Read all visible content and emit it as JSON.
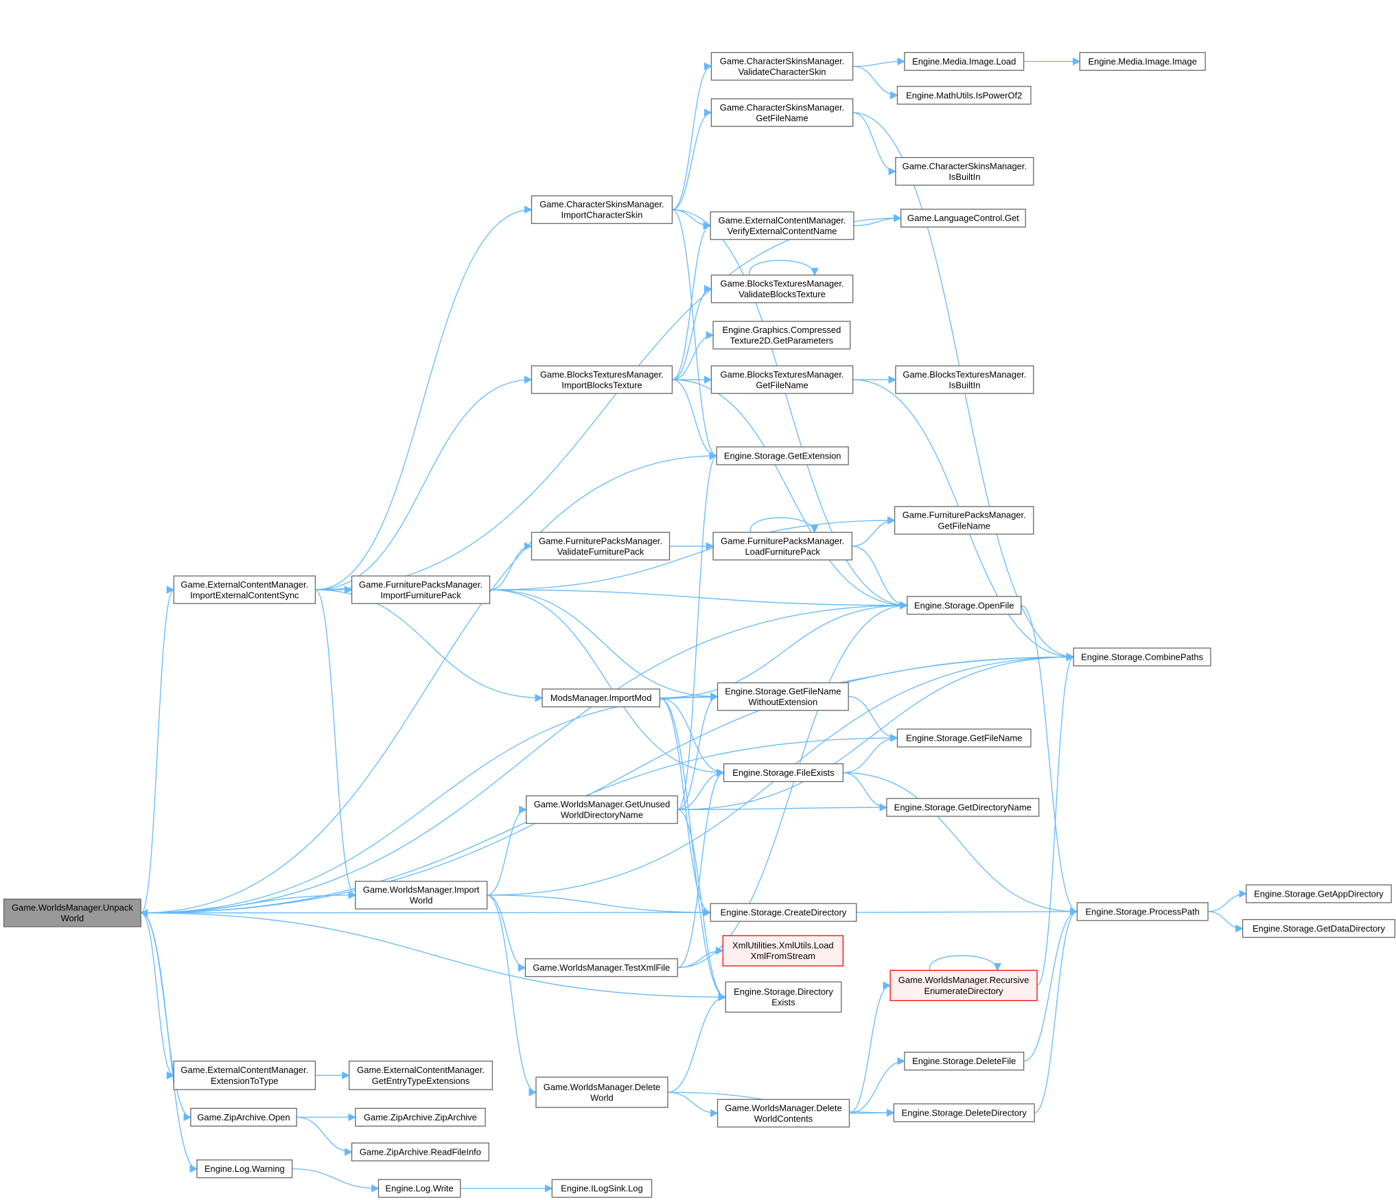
{
  "colors": {
    "edge": "#63b8ff",
    "root_fill": "#999999",
    "missing_border": "#ff0000"
  },
  "nodes": [
    {
      "id": "unpack",
      "lines": [
        "Game.WorldsManager.Unpack",
        "World"
      ],
      "style": "root"
    },
    {
      "id": "ecm_import",
      "lines": [
        "Game.ExternalContentManager.",
        "ImportExternalContentSync"
      ]
    },
    {
      "id": "fpm_import",
      "lines": [
        "Game.FurniturePacksManager.",
        "ImportFurniturePack"
      ]
    },
    {
      "id": "csm_import",
      "lines": [
        "Game.CharacterSkinsManager.",
        "ImportCharacterSkin"
      ]
    },
    {
      "id": "btm_import",
      "lines": [
        "Game.BlocksTexturesManager.",
        "ImportBlocksTexture"
      ]
    },
    {
      "id": "mods",
      "lines": [
        "ModsManager.ImportMod"
      ]
    },
    {
      "id": "wm_getunused",
      "lines": [
        "Game.WorldsManager.GetUnused",
        "WorldDirectoryName"
      ]
    },
    {
      "id": "wm_import",
      "lines": [
        "Game.WorldsManager.Import",
        "World"
      ]
    },
    {
      "id": "wm_testxml",
      "lines": [
        "Game.WorldsManager.TestXmlFile"
      ]
    },
    {
      "id": "wm_delete",
      "lines": [
        "Game.WorldsManager.Delete",
        "World"
      ]
    },
    {
      "id": "ecm_ext",
      "lines": [
        "Game.ExternalContentManager.",
        "ExtensionToType"
      ]
    },
    {
      "id": "zip_open",
      "lines": [
        "Game.ZipArchive.Open"
      ]
    },
    {
      "id": "log_warning",
      "lines": [
        "Engine.Log.Warning"
      ]
    },
    {
      "id": "ecm_getentry",
      "lines": [
        "Game.ExternalContentManager.",
        "GetEntryTypeExtensions"
      ]
    },
    {
      "id": "zip_zip",
      "lines": [
        "Game.ZipArchive.ZipArchive"
      ]
    },
    {
      "id": "zip_read",
      "lines": [
        "Game.ZipArchive.ReadFileInfo"
      ]
    },
    {
      "id": "log_write",
      "lines": [
        "Engine.Log.Write"
      ]
    },
    {
      "id": "ilog",
      "lines": [
        "Engine.ILogSink.Log"
      ]
    },
    {
      "id": "csm_validate",
      "lines": [
        "Game.CharacterSkinsManager.",
        "ValidateCharacterSkin"
      ]
    },
    {
      "id": "csm_getfile",
      "lines": [
        "Game.CharacterSkinsManager.",
        "GetFileName"
      ]
    },
    {
      "id": "ecm_verify",
      "lines": [
        "Game.ExternalContentManager.",
        "VerifyExternalContentName"
      ]
    },
    {
      "id": "btm_validate",
      "lines": [
        "Game.BlocksTexturesManager.",
        "ValidateBlocksTexture"
      ]
    },
    {
      "id": "gfx",
      "lines": [
        "Engine.Graphics.Compressed",
        "Texture2D.GetParameters"
      ]
    },
    {
      "id": "btm_getfile",
      "lines": [
        "Game.BlocksTexturesManager.",
        "GetFileName"
      ]
    },
    {
      "id": "getext",
      "lines": [
        "Engine.Storage.GetExtension"
      ]
    },
    {
      "id": "fpm_validate",
      "lines": [
        "Game.FurniturePacksManager.",
        "ValidateFurniturePack"
      ]
    },
    {
      "id": "fpm_load",
      "lines": [
        "Game.FurniturePacksManager.",
        "LoadFurniturePack"
      ]
    },
    {
      "id": "getfnwe",
      "lines": [
        "Engine.Storage.GetFileName",
        "WithoutExtension"
      ]
    },
    {
      "id": "fileexists",
      "lines": [
        "Engine.Storage.FileExists"
      ]
    },
    {
      "id": "createdir",
      "lines": [
        "Engine.Storage.CreateDirectory"
      ]
    },
    {
      "id": "xml",
      "lines": [
        "XmlUtilities.XmlUtils.Load",
        "XmlFromStream"
      ],
      "style": "red"
    },
    {
      "id": "direxists",
      "lines": [
        "Engine.Storage.Directory",
        "Exists"
      ]
    },
    {
      "id": "wm_delcontents",
      "lines": [
        "Game.WorldsManager.Delete",
        "WorldContents"
      ]
    },
    {
      "id": "imgload",
      "lines": [
        "Engine.Media.Image.Load"
      ]
    },
    {
      "id": "ispow",
      "lines": [
        "Engine.MathUtils.IsPowerOf2"
      ]
    },
    {
      "id": "csm_isbuiltin",
      "lines": [
        "Game.CharacterSkinsManager.",
        "IsBuiltIn"
      ]
    },
    {
      "id": "langget",
      "lines": [
        "Game.LanguageControl.Get"
      ]
    },
    {
      "id": "btm_isbuiltin",
      "lines": [
        "Game.BlocksTexturesManager.",
        "IsBuiltIn"
      ]
    },
    {
      "id": "fpm_getfile",
      "lines": [
        "Game.FurniturePacksManager.",
        "GetFileName"
      ]
    },
    {
      "id": "openfile",
      "lines": [
        "Engine.Storage.OpenFile"
      ]
    },
    {
      "id": "getfilename",
      "lines": [
        "Engine.Storage.GetFileName"
      ]
    },
    {
      "id": "getdirname",
      "lines": [
        "Engine.Storage.GetDirectoryName"
      ]
    },
    {
      "id": "recursive",
      "lines": [
        "Game.WorldsManager.Recursive",
        "EnumerateDirectory"
      ],
      "style": "red"
    },
    {
      "id": "deletefile",
      "lines": [
        "Engine.Storage.DeleteFile"
      ]
    },
    {
      "id": "deletedir",
      "lines": [
        "Engine.Storage.DeleteDirectory"
      ]
    },
    {
      "id": "imgimage",
      "lines": [
        "Engine.Media.Image.Image"
      ]
    },
    {
      "id": "combine",
      "lines": [
        "Engine.Storage.CombinePaths"
      ]
    },
    {
      "id": "processpath",
      "lines": [
        "Engine.Storage.ProcessPath"
      ]
    },
    {
      "id": "getappdir",
      "lines": [
        "Engine.Storage.GetAppDirectory"
      ]
    },
    {
      "id": "getdatadir",
      "lines": [
        "Engine.Storage.GetDataDirectory"
      ]
    }
  ],
  "edges": [
    [
      "unpack",
      "ecm_import"
    ],
    [
      "unpack",
      "combine"
    ],
    [
      "unpack",
      "getext"
    ],
    [
      "unpack",
      "getfnwe"
    ],
    [
      "unpack",
      "getfilename"
    ],
    [
      "unpack",
      "createdir"
    ],
    [
      "unpack",
      "direxists"
    ],
    [
      "unpack",
      "openfile"
    ],
    [
      "unpack",
      "ecm_ext"
    ],
    [
      "unpack",
      "zip_open"
    ],
    [
      "unpack",
      "log_warning"
    ],
    [
      "wm_import",
      "unpack"
    ],
    [
      "ecm_import",
      "csm_import"
    ],
    [
      "ecm_import",
      "btm_import"
    ],
    [
      "ecm_import",
      "fpm_import"
    ],
    [
      "ecm_import",
      "mods"
    ],
    [
      "ecm_import",
      "wm_import"
    ],
    [
      "ecm_import",
      "langget"
    ],
    [
      "fpm_import",
      "fpm_validate"
    ],
    [
      "fpm_import",
      "fpm_getfile"
    ],
    [
      "fpm_import",
      "openfile"
    ],
    [
      "fpm_import",
      "getfnwe"
    ],
    [
      "fpm_import",
      "fileexists"
    ],
    [
      "csm_import",
      "csm_validate"
    ],
    [
      "csm_import",
      "csm_getfile"
    ],
    [
      "csm_import",
      "ecm_verify"
    ],
    [
      "csm_import",
      "openfile"
    ],
    [
      "csm_import",
      "getext"
    ],
    [
      "btm_import",
      "ecm_verify"
    ],
    [
      "btm_import",
      "btm_validate"
    ],
    [
      "btm_import",
      "gfx"
    ],
    [
      "btm_import",
      "btm_getfile"
    ],
    [
      "btm_import",
      "getext"
    ],
    [
      "btm_import",
      "openfile"
    ],
    [
      "btm_validate",
      "btm_validate"
    ],
    [
      "fpm_validate",
      "fpm_load"
    ],
    [
      "fpm_load",
      "fpm_load"
    ],
    [
      "fpm_load",
      "fpm_getfile"
    ],
    [
      "fpm_load",
      "openfile"
    ],
    [
      "mods",
      "getfnwe"
    ],
    [
      "mods",
      "openfile"
    ],
    [
      "mods",
      "combine"
    ],
    [
      "mods",
      "fileexists"
    ],
    [
      "mods",
      "createdir"
    ],
    [
      "mods",
      "direxists"
    ],
    [
      "wm_getunused",
      "getext"
    ],
    [
      "wm_getunused",
      "getfnwe"
    ],
    [
      "wm_getunused",
      "fileexists"
    ],
    [
      "wm_getunused",
      "getdirname"
    ],
    [
      "wm_getunused",
      "combine"
    ],
    [
      "wm_getunused",
      "direxists"
    ],
    [
      "wm_import",
      "wm_getunused"
    ],
    [
      "wm_import",
      "createdir"
    ],
    [
      "wm_import",
      "wm_testxml"
    ],
    [
      "wm_import",
      "wm_delete"
    ],
    [
      "wm_import",
      "combine"
    ],
    [
      "wm_testxml",
      "xml"
    ],
    [
      "wm_testxml",
      "fileexists"
    ],
    [
      "wm_testxml",
      "openfile"
    ],
    [
      "wm_delete",
      "direxists"
    ],
    [
      "wm_delete",
      "wm_delcontents"
    ],
    [
      "wm_delete",
      "deletedir"
    ],
    [
      "wm_delcontents",
      "recursive"
    ],
    [
      "wm_delcontents",
      "deletefile"
    ],
    [
      "wm_delcontents",
      "deletedir"
    ],
    [
      "recursive",
      "recursive"
    ],
    [
      "recursive",
      "combine"
    ],
    [
      "deletefile",
      "processpath"
    ],
    [
      "deletedir",
      "processpath"
    ],
    [
      "createdir",
      "processpath"
    ],
    [
      "fileexists",
      "getfilename"
    ],
    [
      "fileexists",
      "getdirname"
    ],
    [
      "fileexists",
      "processpath"
    ],
    [
      "getfnwe",
      "getfilename"
    ],
    [
      "openfile",
      "processpath"
    ],
    [
      "processpath",
      "getappdir"
    ],
    [
      "processpath",
      "getdatadir"
    ],
    [
      "csm_validate",
      "imgload"
    ],
    [
      "csm_validate",
      "ispow"
    ],
    [
      "imgload",
      "imgimage"
    ],
    [
      "csm_getfile",
      "csm_isbuiltin"
    ],
    [
      "csm_getfile",
      "combine"
    ],
    [
      "ecm_verify",
      "langget"
    ],
    [
      "btm_getfile",
      "btm_isbuiltin"
    ],
    [
      "btm_getfile",
      "combine"
    ],
    [
      "ecm_ext",
      "ecm_getentry"
    ],
    [
      "zip_open",
      "zip_zip"
    ],
    [
      "zip_open",
      "zip_read"
    ],
    [
      "log_warning",
      "log_write"
    ],
    [
      "log_write",
      "ilog"
    ]
  ]
}
